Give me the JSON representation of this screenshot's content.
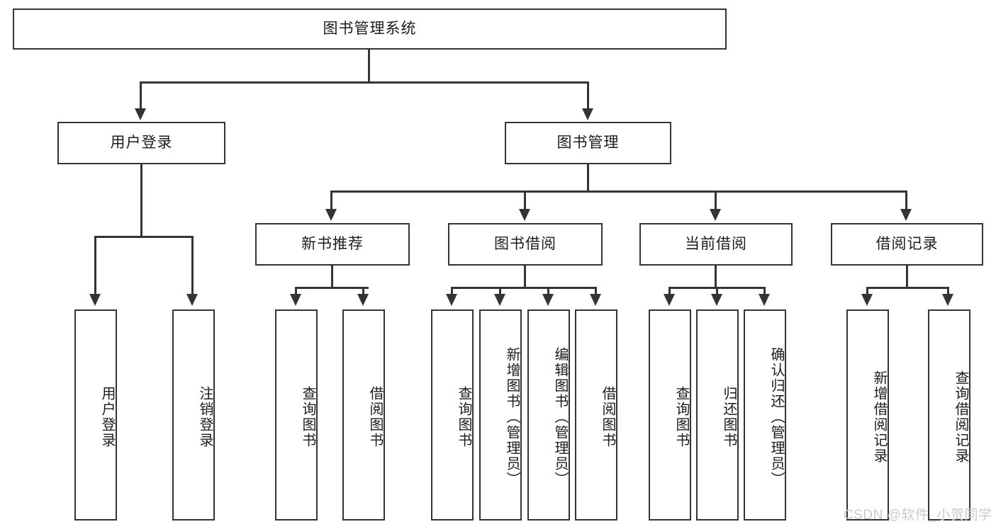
{
  "diagram": {
    "type": "hierarchy-tree",
    "title": "图书管理系统",
    "root": {
      "label": "图书管理系统"
    },
    "level1": [
      {
        "label": "用户登录"
      },
      {
        "label": "图书管理"
      }
    ],
    "level2": [
      {
        "label": "新书推荐"
      },
      {
        "label": "图书借阅"
      },
      {
        "label": "当前借阅"
      },
      {
        "label": "借阅记录"
      }
    ],
    "leaves": {
      "user_login": [
        {
          "label": "用户登录"
        },
        {
          "label": "注销登录"
        }
      ],
      "new_book_recommend": [
        {
          "label": "查询图书"
        },
        {
          "label": "借阅图书"
        }
      ],
      "book_borrow": [
        {
          "label": "查询图书"
        },
        {
          "label": "新增图书（管理员）"
        },
        {
          "label": "编辑图书（管理员）"
        },
        {
          "label": "借阅图书"
        }
      ],
      "current_borrow": [
        {
          "label": "查询图书"
        },
        {
          "label": "归还图书"
        },
        {
          "label": "确认归还（管理员）"
        }
      ],
      "borrow_record": [
        {
          "label": "新增借阅记录"
        },
        {
          "label": "查询借阅记录"
        }
      ]
    }
  },
  "watermark": {
    "text": "CSDN @软件_小贺同学"
  },
  "colors": {
    "stroke": "#32343a",
    "background": "#ffffff",
    "text": "#1b1c1f",
    "watermark": "#c9cace"
  }
}
